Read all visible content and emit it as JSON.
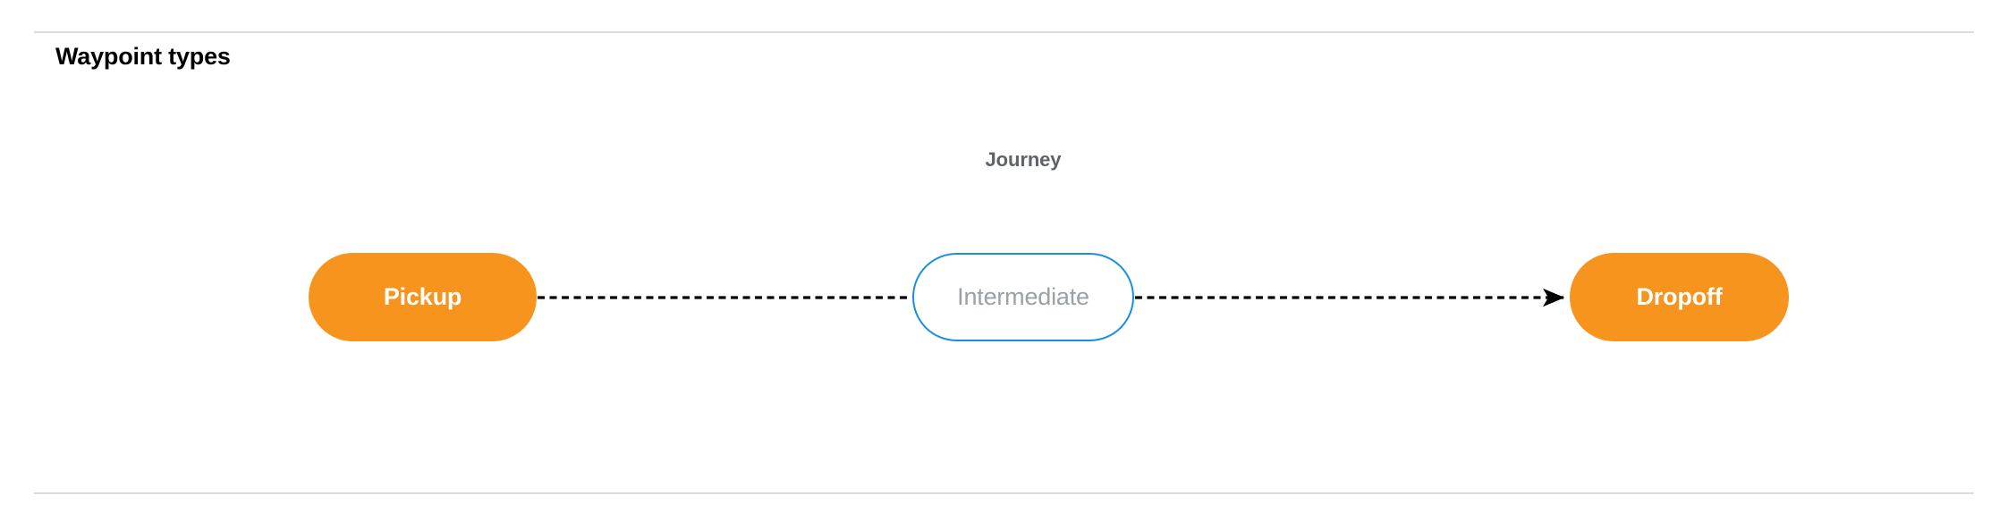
{
  "section": {
    "title": "Waypoint types"
  },
  "diagram": {
    "group_label": "Journey",
    "nodes": [
      {
        "id": "pickup",
        "label": "Pickup",
        "style": "filled",
        "fill": "#f7941d",
        "text_color": "#ffffff"
      },
      {
        "id": "intermediate",
        "label": "Intermediate",
        "style": "outlined",
        "border": "#1a8fe0",
        "fill": "#ffffff",
        "text_color": "#9aa0a6"
      },
      {
        "id": "dropoff",
        "label": "Dropoff",
        "style": "filled",
        "fill": "#f7941d",
        "text_color": "#ffffff"
      }
    ],
    "connectors": [
      {
        "from": "pickup",
        "to": "intermediate",
        "line_style": "dashed",
        "arrowhead": false,
        "color": "#000000"
      },
      {
        "from": "intermediate",
        "to": "dropoff",
        "line_style": "dashed",
        "arrowhead": true,
        "color": "#000000"
      }
    ]
  },
  "theme": {
    "background": "#ffffff",
    "divider_color": "#dadce0",
    "title_color": "#000000",
    "group_label_color": "#5f6368"
  }
}
